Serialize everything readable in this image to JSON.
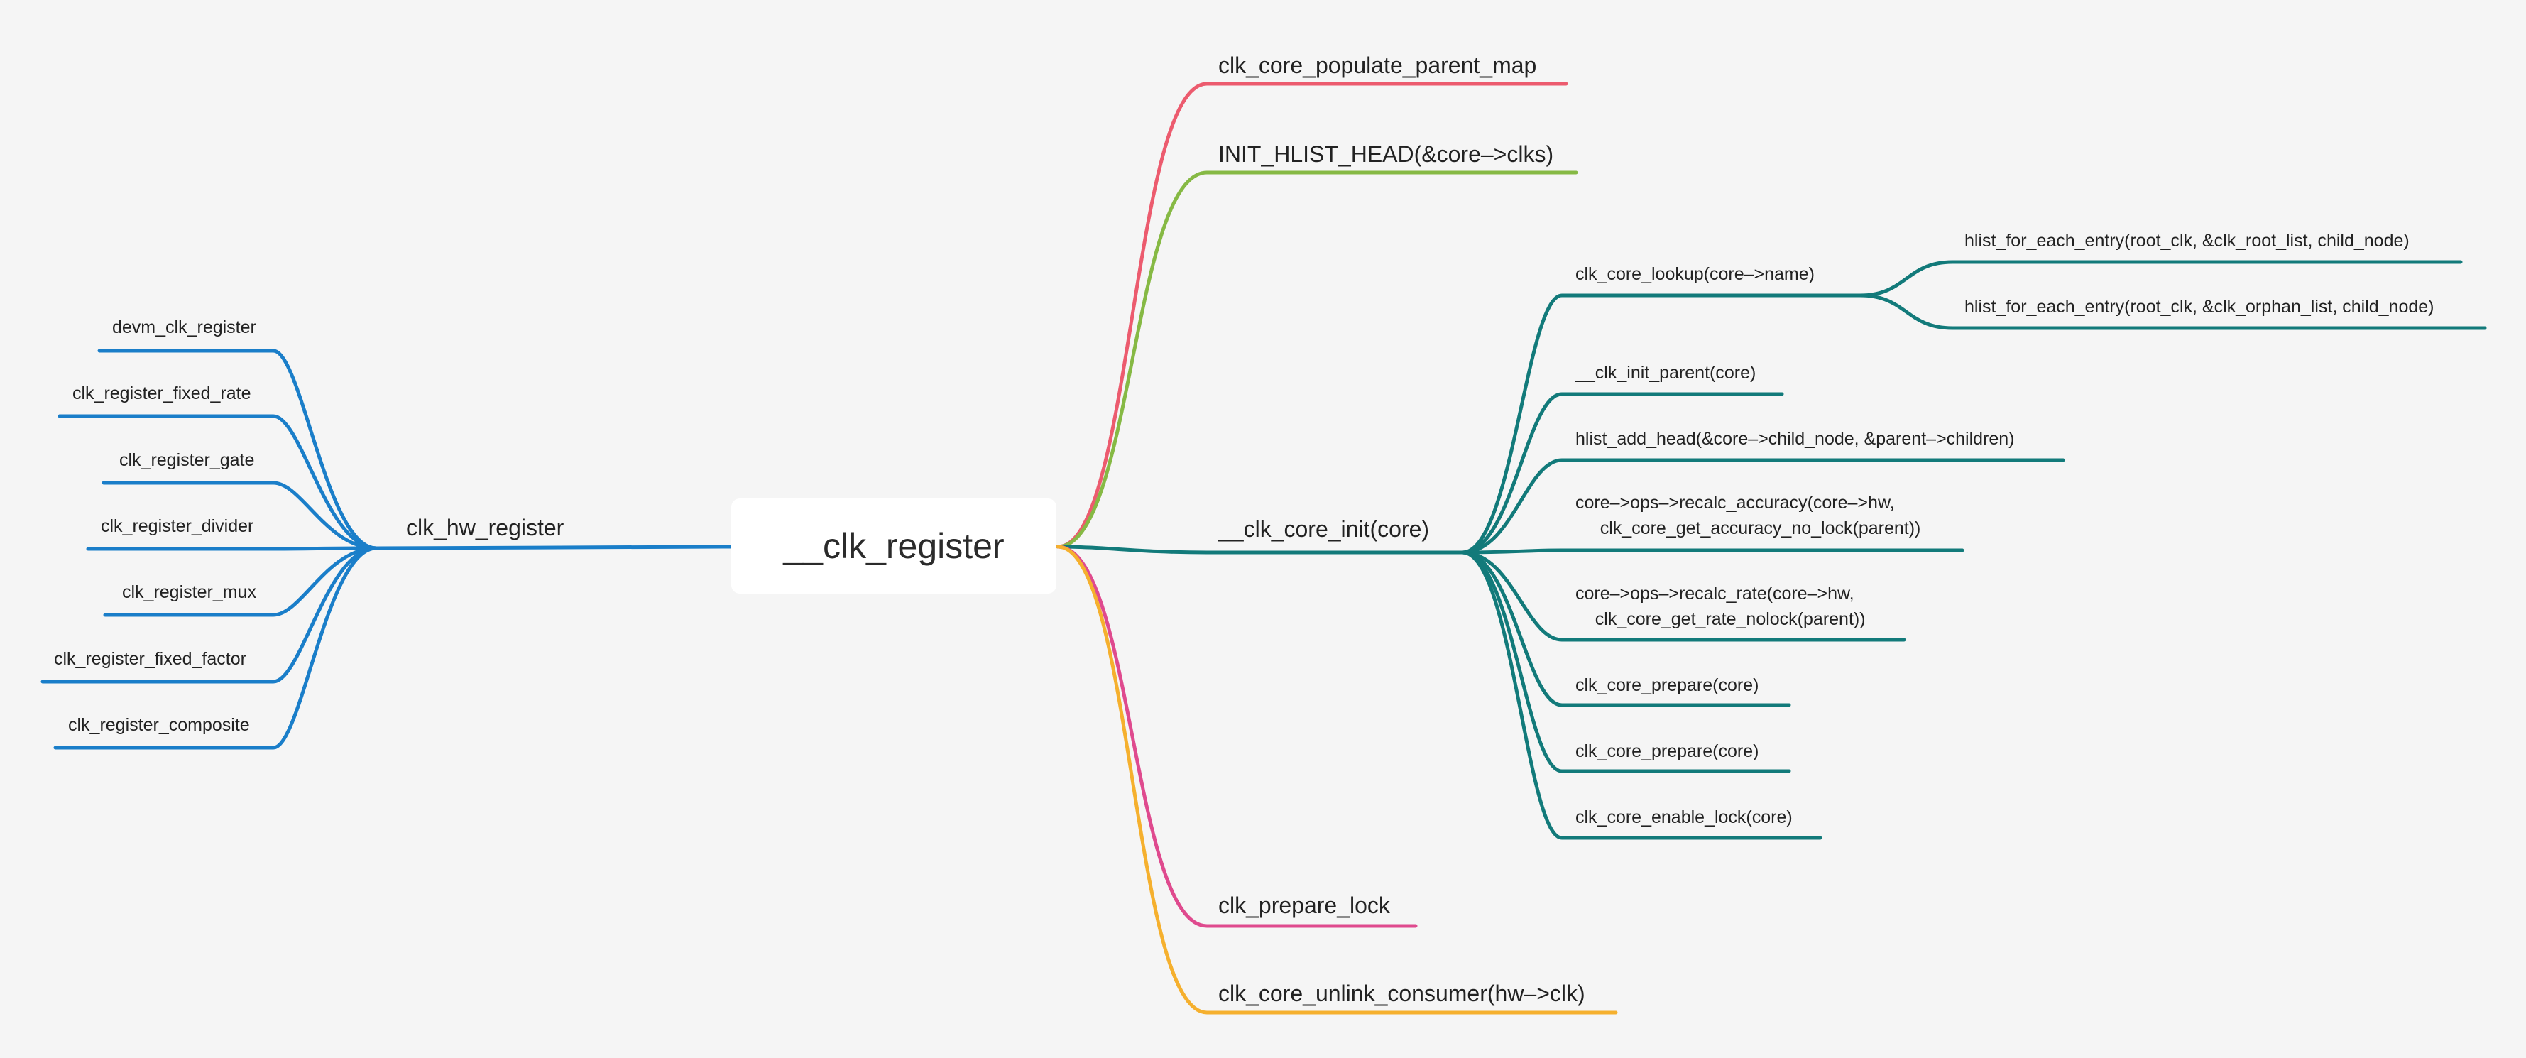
{
  "root": "__clk_register",
  "colors": {
    "blue": "#1a7ec9",
    "red": "#ec5b6e",
    "green": "#86b944",
    "teal": "#127a7a",
    "pink": "#df4a8e",
    "orange": "#f5b02e"
  },
  "left_branch": {
    "label": "clk_hw_register",
    "children": [
      "devm_clk_register",
      "clk_register_fixed_rate",
      "clk_register_gate",
      "clk_register_divider",
      "clk_register_mux",
      "clk_register_fixed_factor",
      "clk_register_composite"
    ]
  },
  "right_branches": [
    {
      "label": "clk_core_populate_parent_map",
      "color": "red"
    },
    {
      "label": "INIT_HLIST_HEAD(&core–>clks)",
      "color": "green"
    },
    {
      "label": "__clk_core_init(core)",
      "color": "teal",
      "children": [
        {
          "label": "clk_core_lookup(core–>name)",
          "children": [
            "hlist_for_each_entry(root_clk, &clk_root_list, child_node)",
            "hlist_for_each_entry(root_clk, &clk_orphan_list, child_node)"
          ]
        },
        {
          "label": "__clk_init_parent(core)"
        },
        {
          "label": "hlist_add_head(&core–>child_node, &parent–>children)"
        },
        {
          "label": "core–>ops–>recalc_accuracy(core–>hw,\n     clk_core_get_accuracy_no_lock(parent))"
        },
        {
          "label": "core–>ops–>recalc_rate(core–>hw,\n    clk_core_get_rate_nolock(parent))"
        },
        {
          "label": "clk_core_prepare(core)"
        },
        {
          "label": "clk_core_prepare(core)"
        },
        {
          "label": "clk_core_enable_lock(core)"
        }
      ]
    },
    {
      "label": "clk_prepare_lock",
      "color": "pink"
    },
    {
      "label": "clk_core_unlink_consumer(hw–>clk)",
      "color": "orange"
    }
  ]
}
